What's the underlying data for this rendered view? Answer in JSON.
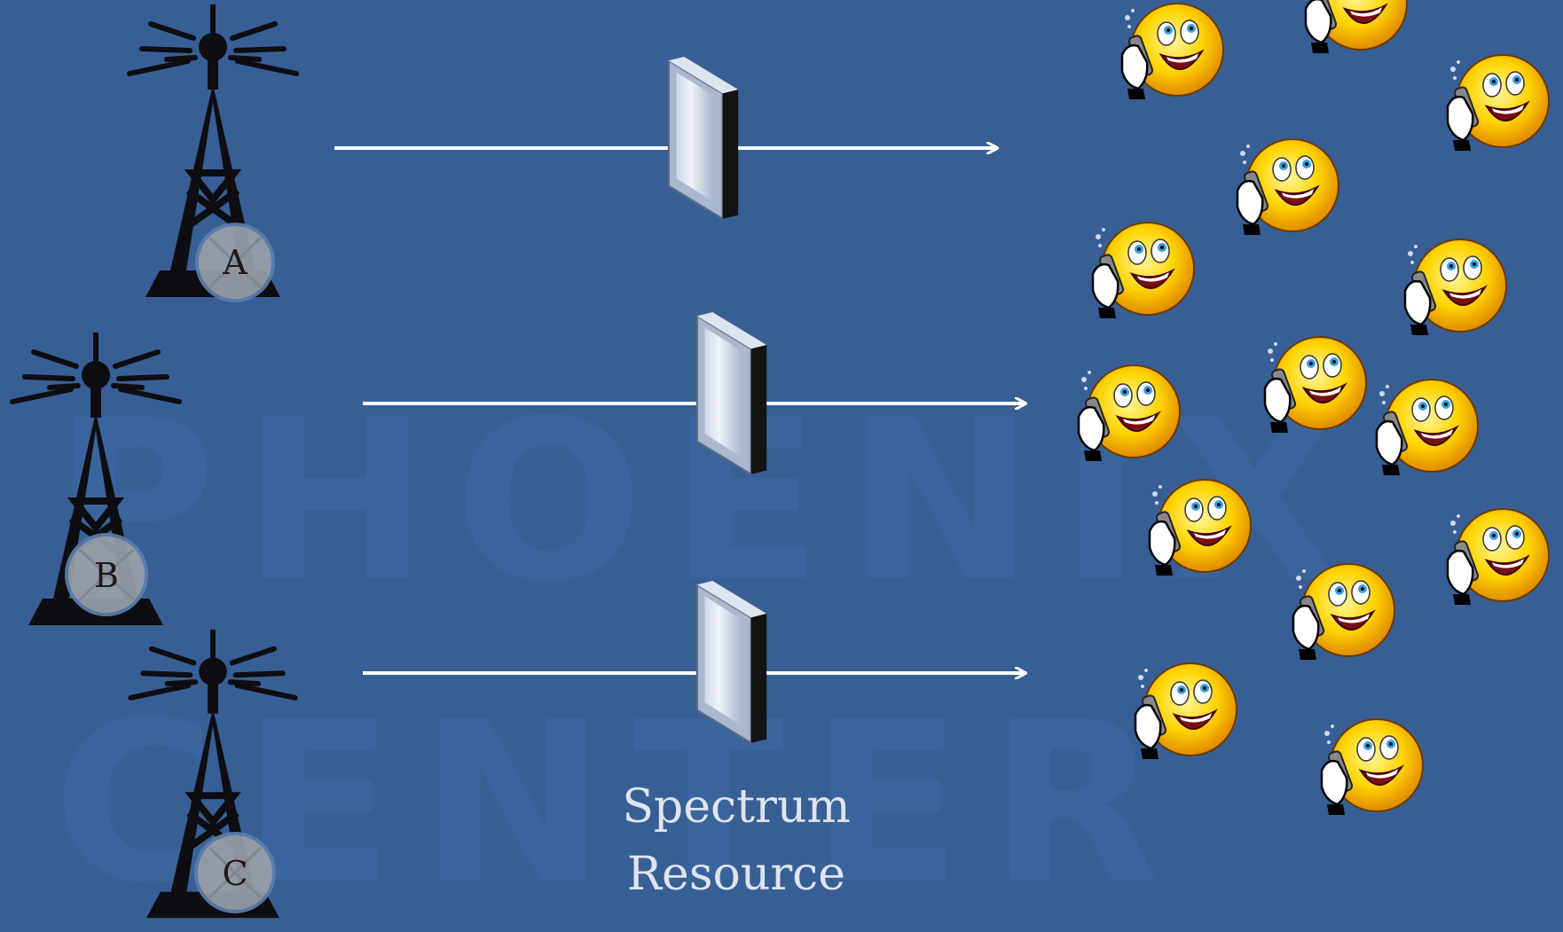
{
  "watermark": {
    "line1": "PHOENIX",
    "line2": "CENTER"
  },
  "towers": [
    {
      "label": "A"
    },
    {
      "label": "B"
    },
    {
      "label": "C"
    }
  ],
  "caption": {
    "line1": "Spectrum",
    "line2": "Resource"
  },
  "colors": {
    "background": "#375f95",
    "arrow": "#ffffff",
    "tower": "#0d0d12",
    "badge": "#9aa0aa",
    "smiley": "#ffd400"
  },
  "users_count": 14
}
